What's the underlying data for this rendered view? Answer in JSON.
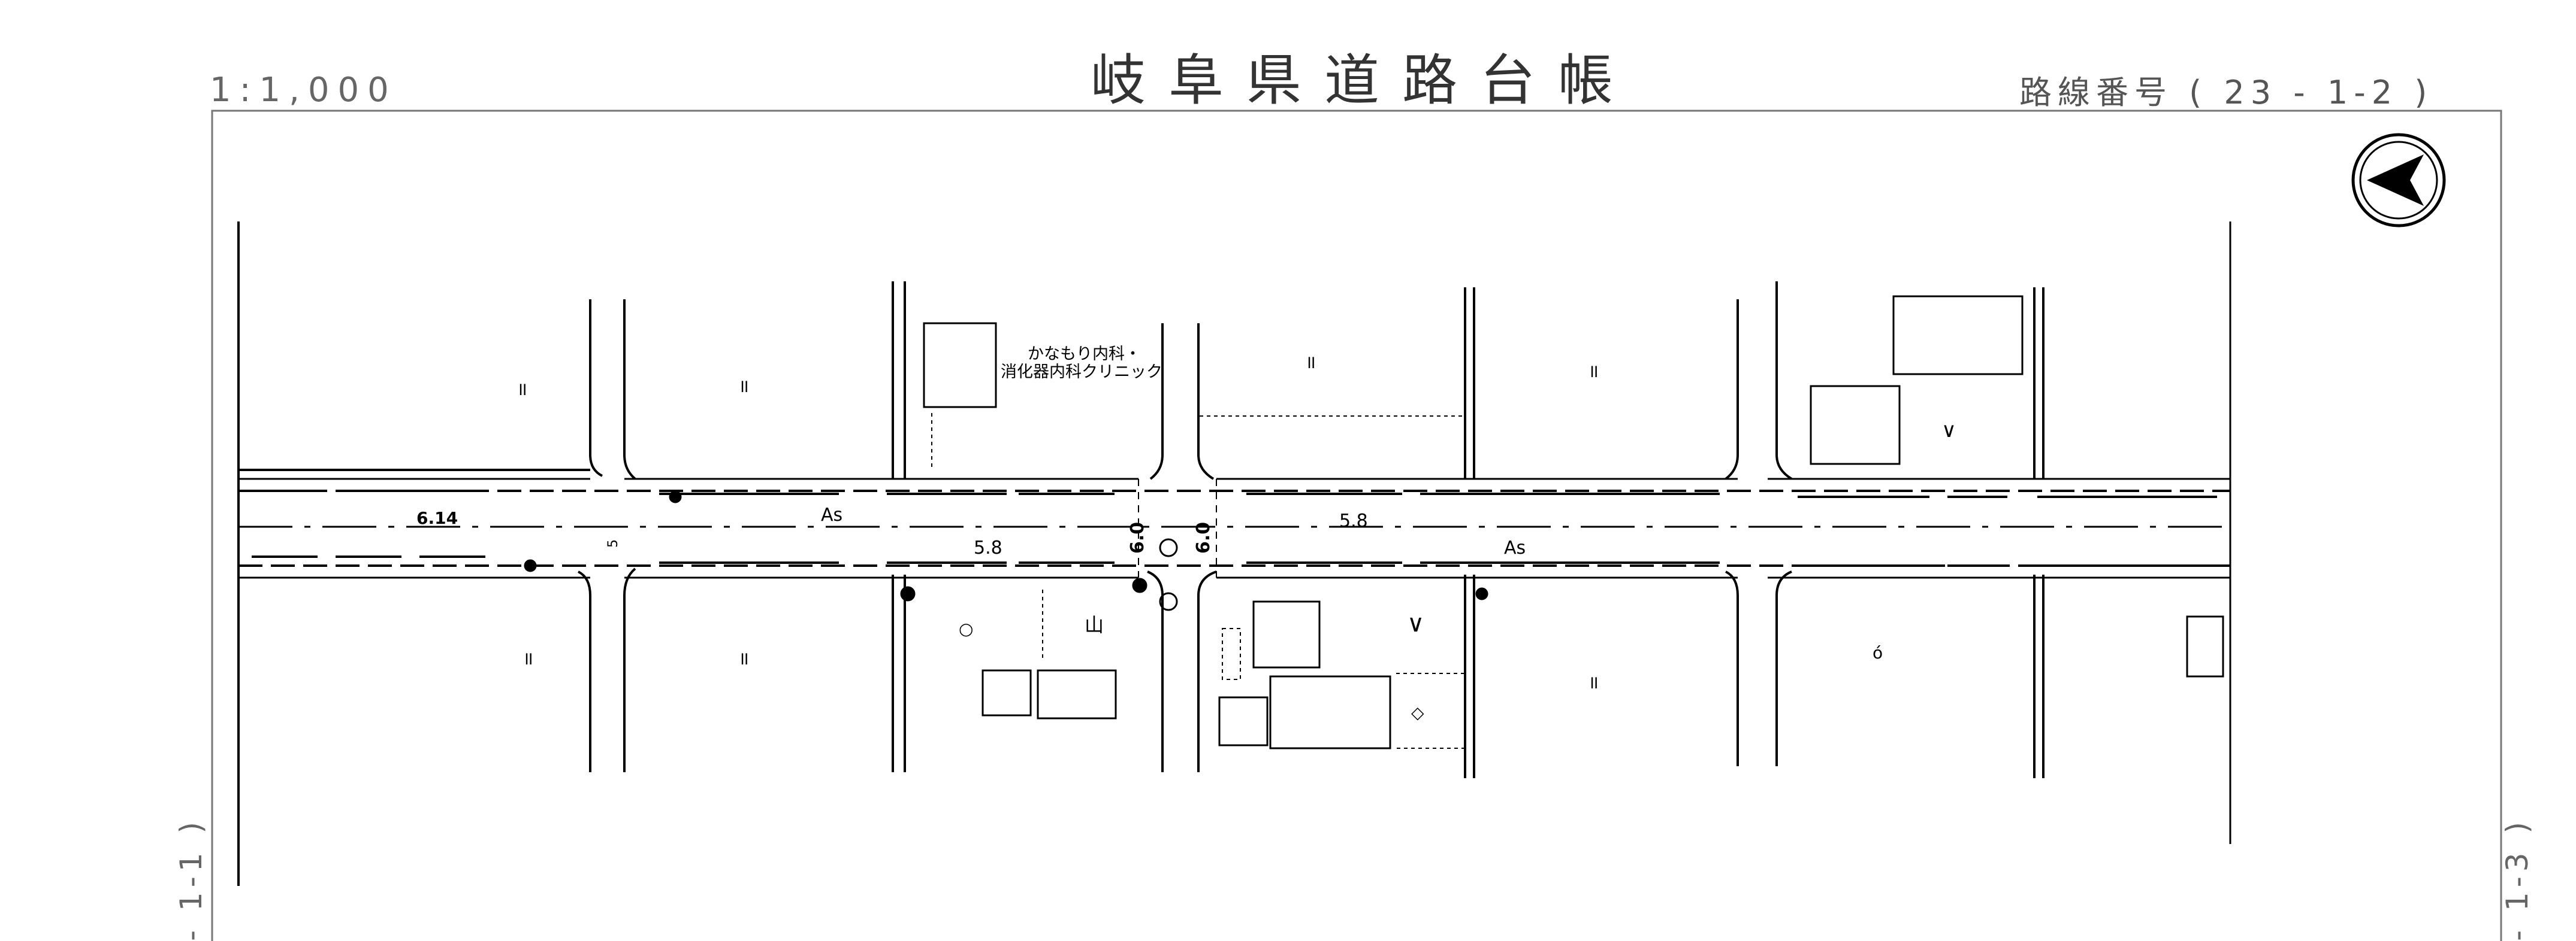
{
  "header": {
    "title": "岐阜県道路台帳",
    "scale": "1:1,000",
    "route_number": "路線番号 ( 23 - 1-2 )"
  },
  "side_labels": {
    "left": "- 1-1 )",
    "right": "- 1-3 )"
  },
  "map": {
    "landmark": {
      "line1": "かなもり内科・",
      "line2": "消化器内科クリニック"
    },
    "road_labels": {
      "width_left": "6.14",
      "surface_1": "As",
      "surface_2": "As",
      "width_center": "5.8",
      "width_right": "5.8",
      "cross_width_1": "6.0",
      "cross_width_2": "6.0",
      "small_5": "5"
    },
    "land_use_marks": {
      "paddy": "॥",
      "field": "∨",
      "mountain": "山",
      "shrine": "○",
      "waste": "◇",
      "orchard": "ό"
    }
  }
}
